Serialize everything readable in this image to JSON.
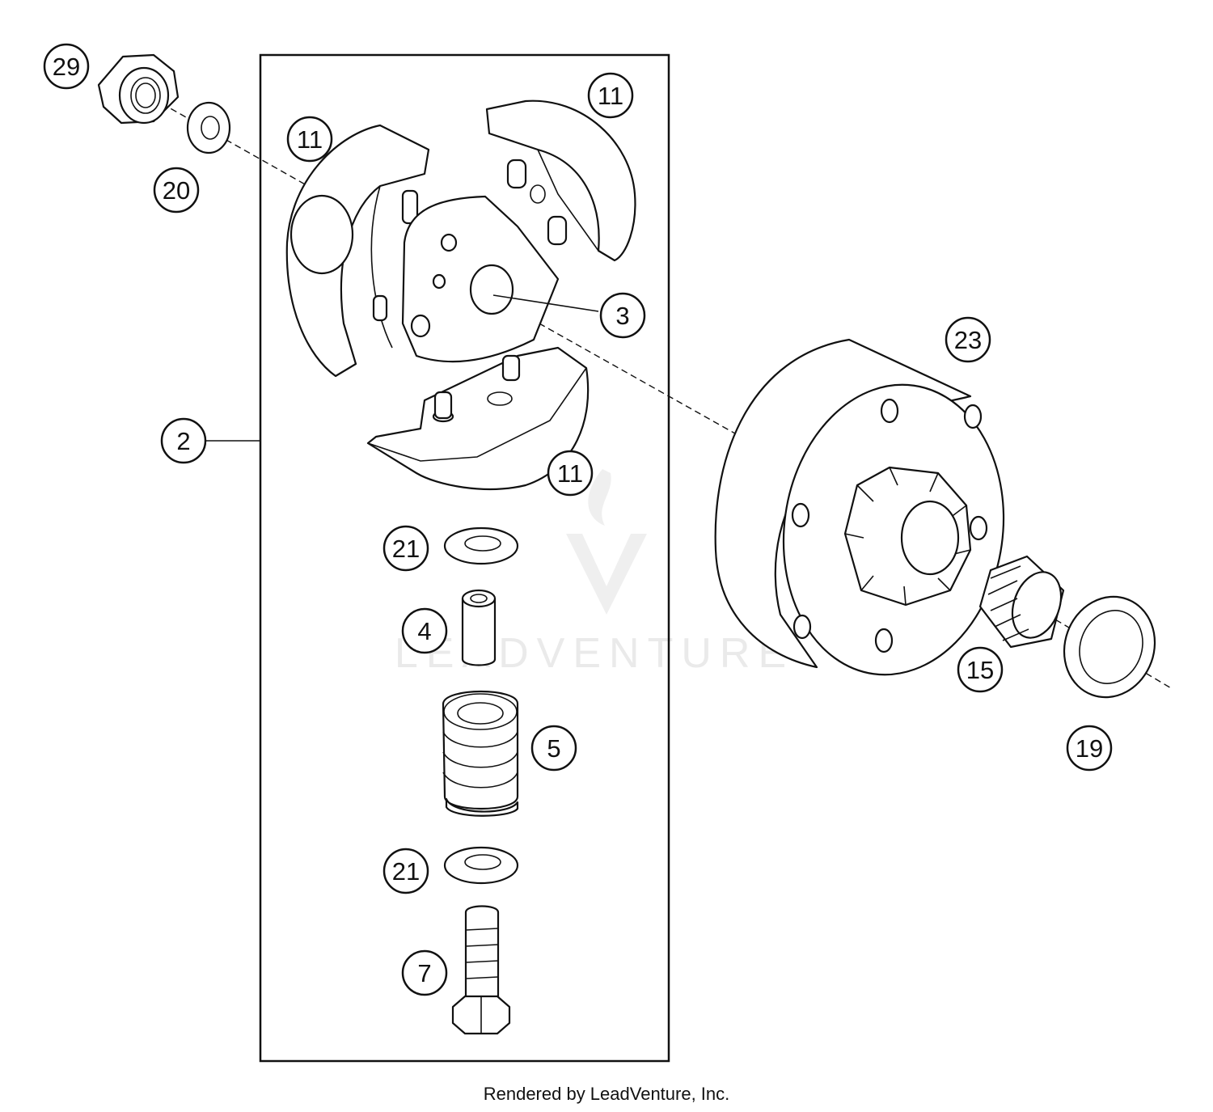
{
  "diagram": {
    "callouts": {
      "p29": "29",
      "p20": "20",
      "p11a": "11",
      "p11b": "11",
      "p11c": "11",
      "p3": "3",
      "p23": "23",
      "p2": "2",
      "p21a": "21",
      "p21b": "21",
      "p4": "4",
      "p5": "5",
      "p7": "7",
      "p15": "15",
      "p19": "19"
    },
    "watermark": "LEADVENTURE"
  },
  "footer": {
    "credit": "Rendered by LeadVenture, Inc."
  }
}
